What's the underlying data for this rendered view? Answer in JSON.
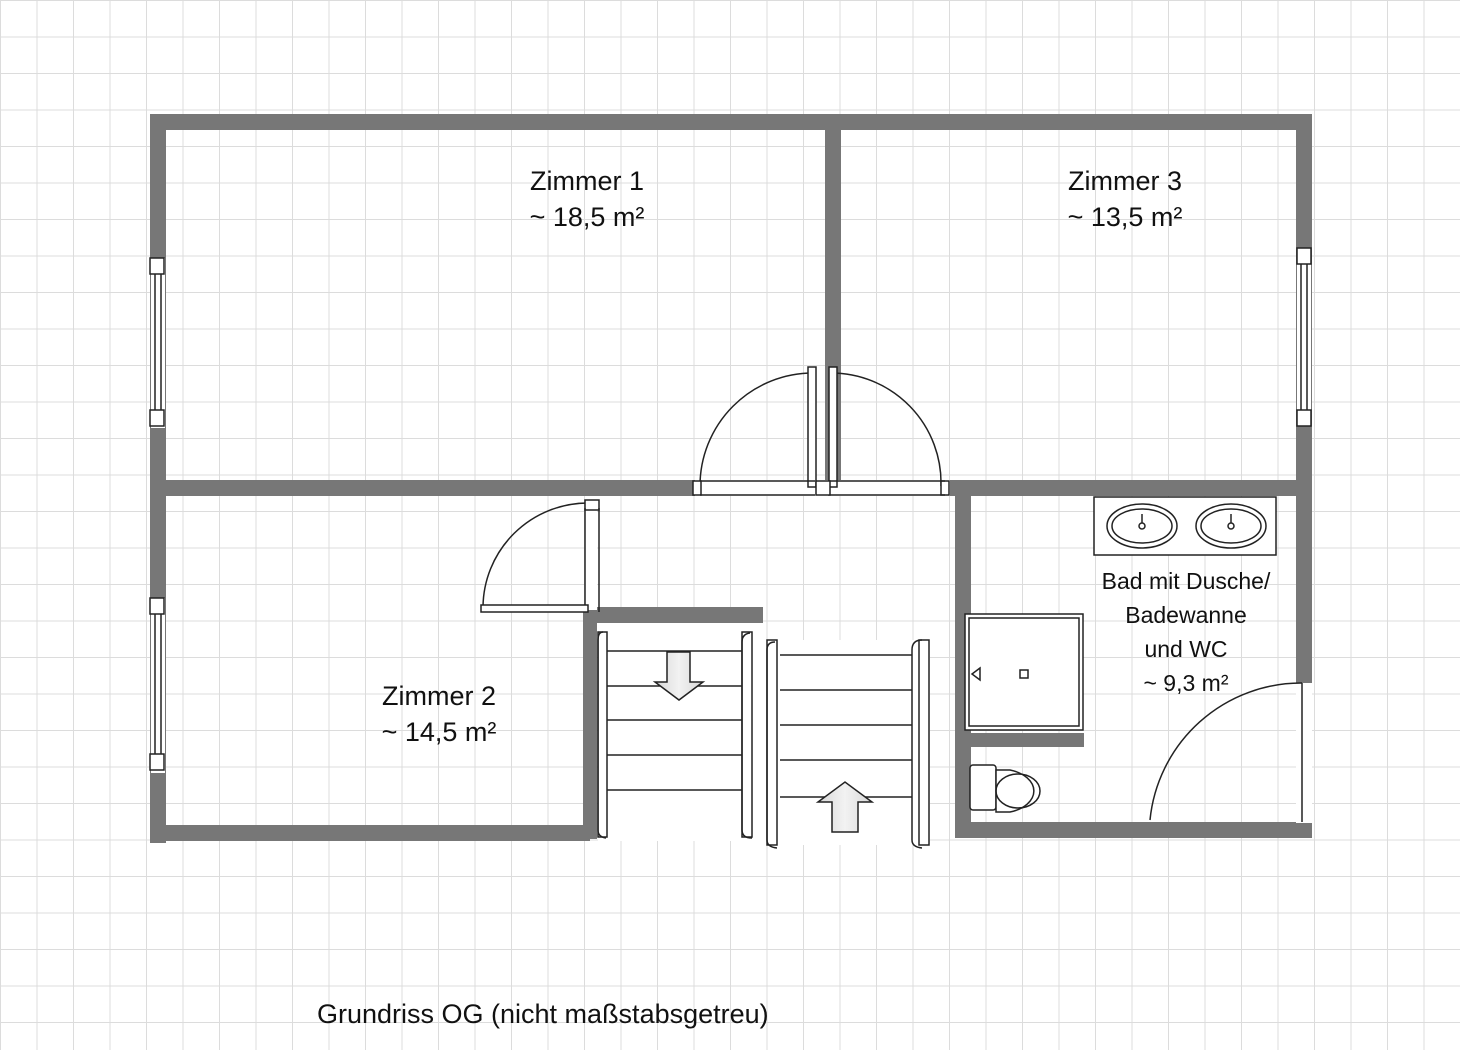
{
  "rooms": [
    {
      "name": "Zimmer 1",
      "area": "~ 18,5 m²"
    },
    {
      "name": "Zimmer 3",
      "area": "~ 13,5 m²"
    },
    {
      "name": "Zimmer 2",
      "area": "~ 14,5 m²"
    }
  ],
  "bath": {
    "line1": "Bad mit Dusche/",
    "line2": "Badewanne",
    "line3": "und WC",
    "area": "~ 9,3 m²"
  },
  "caption": "Grundriss OG (nicht maßstabsgetreu)",
  "colors": {
    "wall": "#777777",
    "line": "#222222",
    "background": "#ffffff",
    "grid": "#dcdcdc"
  }
}
